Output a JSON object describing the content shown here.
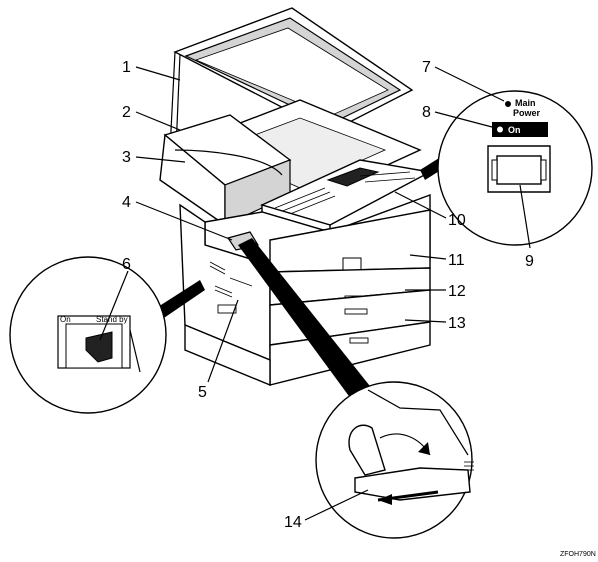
{
  "callouts": {
    "c1": "1",
    "c2": "2",
    "c3": "3",
    "c4": "4",
    "c5": "5",
    "c6": "6",
    "c7": "7",
    "c8": "8",
    "c9": "9",
    "c10": "10",
    "c11": "11",
    "c12": "12",
    "c13": "13",
    "c14": "14"
  },
  "main_power_label_line1": "Main",
  "main_power_label_line2": "Power",
  "on_indicator_label": "On",
  "switch_on_label": "On",
  "switch_standby_label": "Stand by",
  "figure_code": "ZFOH790N"
}
